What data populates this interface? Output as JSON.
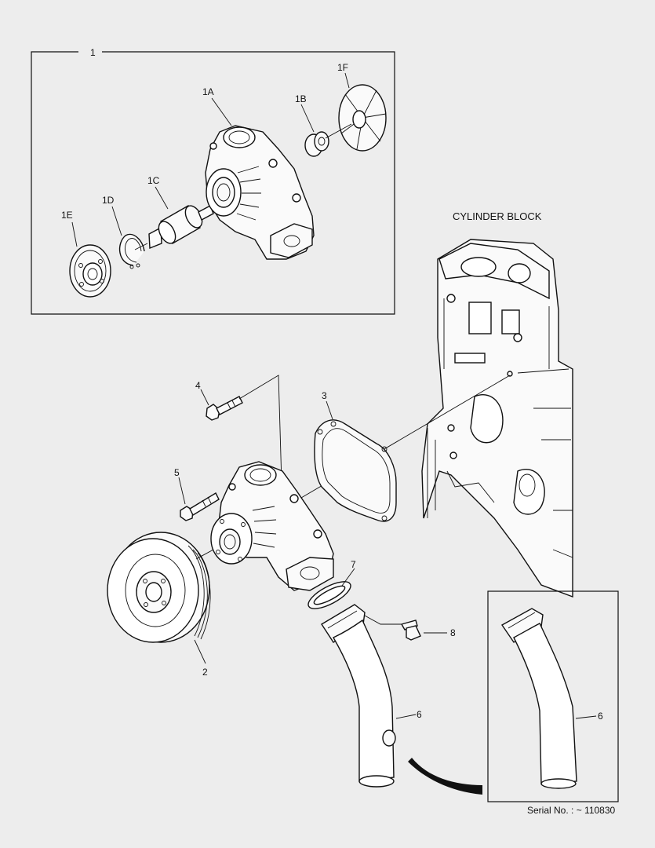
{
  "labels": {
    "assembly": "1",
    "housing": "1A",
    "seal": "1B",
    "bearing": "1C",
    "snap_ring": "1D",
    "flange": "1E",
    "impeller": "1F",
    "cylinder_block": "CYLINDER BLOCK",
    "pulley": "2",
    "gasket": "3",
    "bolt_upper": "4",
    "bolt_lower": "5",
    "pipe_main": "6",
    "pipe_inset": "6",
    "o_ring": "7",
    "pipe_bolt": "8",
    "serial": "Serial No. : ~ 110830"
  }
}
